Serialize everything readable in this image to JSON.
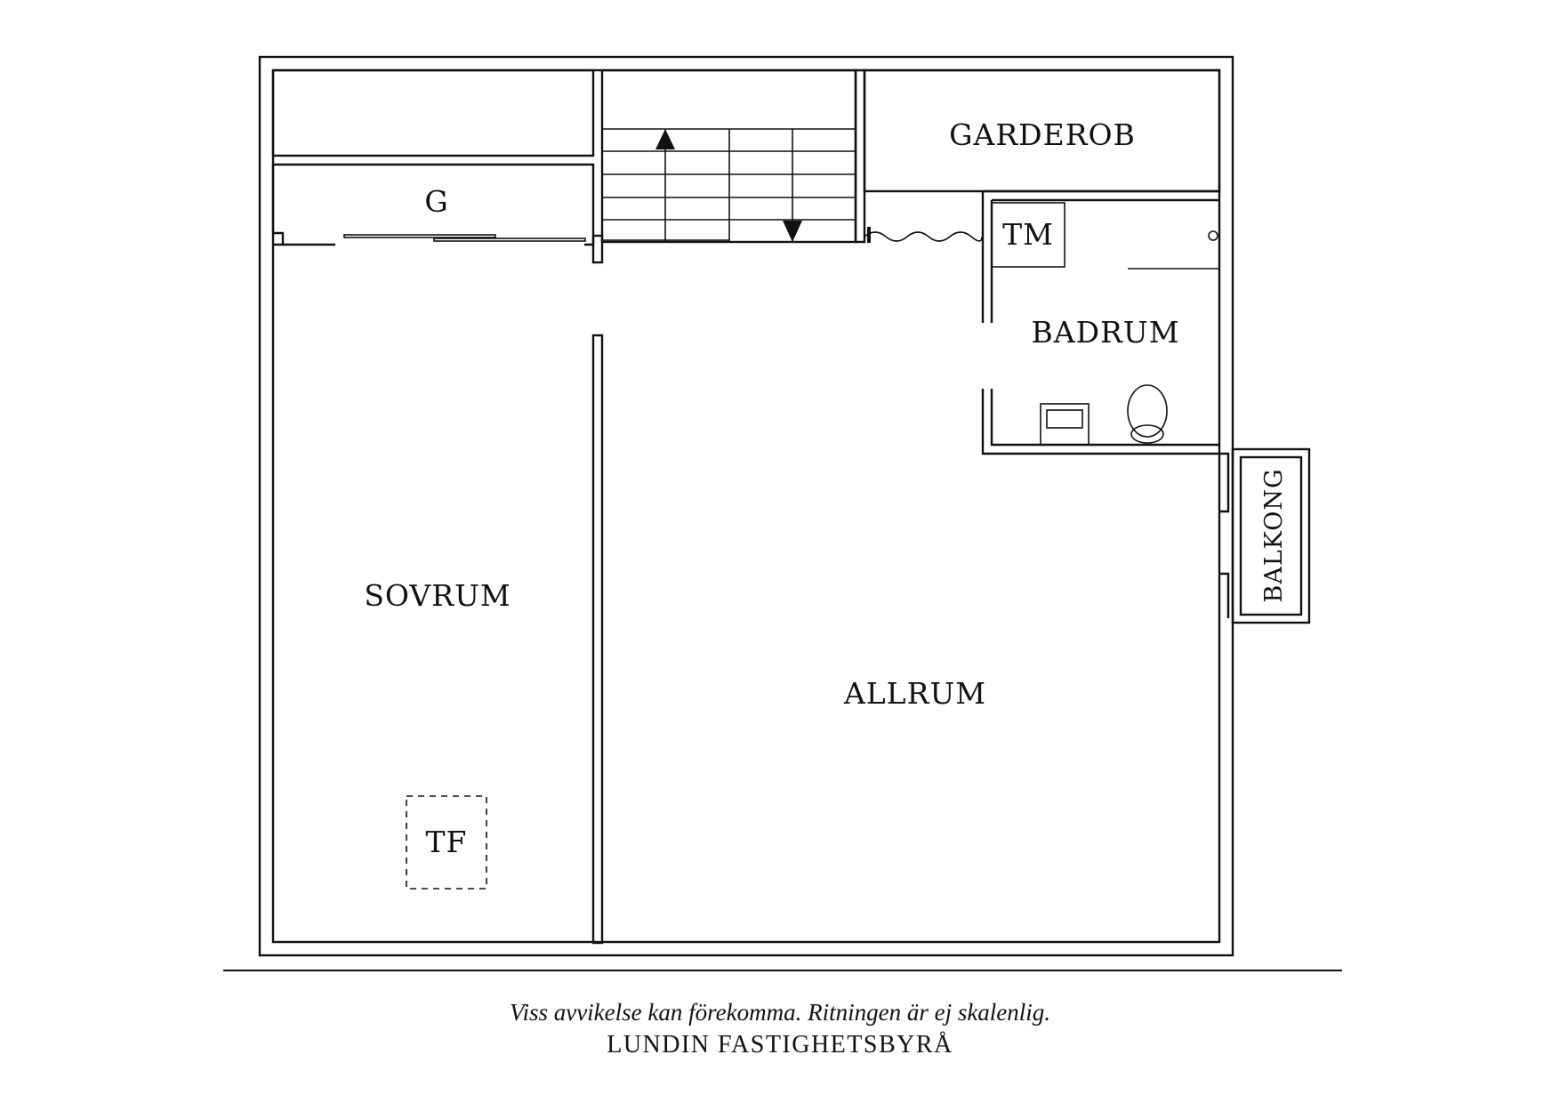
{
  "rooms": {
    "g": "G",
    "garderob": "GARDEROB",
    "tm": "TM",
    "badrum": "BADRUM",
    "balkong": "BALKONG",
    "sovrum": "SOVRUM",
    "allrum": "ALLRUM",
    "tf": "TF"
  },
  "footer": {
    "disclaimer": "Viss avvikelse kan förekomma. Ritningen är ej skalenlig.",
    "company": "LUNDIN FASTIGHETSBYRÅ"
  },
  "colors": {
    "line": "#111111",
    "background": "#ffffff"
  }
}
